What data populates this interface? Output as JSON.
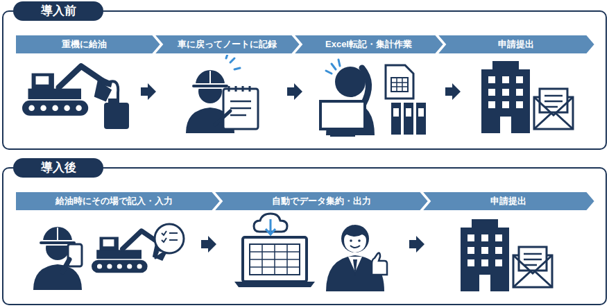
{
  "diagram": {
    "nodes": [
      {
        "text": [
          "導入前"
        ]
      },
      {
        "text": [
          "重機に給油"
        ],
        "in": 0
      },
      {
        "text": [
          "車に戻ってノートに記録"
        ],
        "in": 0
      },
      {
        "text": [
          "Excel転記・集計作業"
        ],
        "in": 0
      },
      {
        "text": [
          "申請提出"
        ],
        "in": 0
      },
      {
        "text": [
          "導入後"
        ]
      },
      {
        "text": [
          "給油時にその場で記入・入力"
        ],
        "in": 5
      },
      {
        "text": [
          "自動でデータ集約・出力"
        ],
        "in": 5
      },
      {
        "text": [
          "申請提出"
        ],
        "in": 5
      }
    ]
  }
}
